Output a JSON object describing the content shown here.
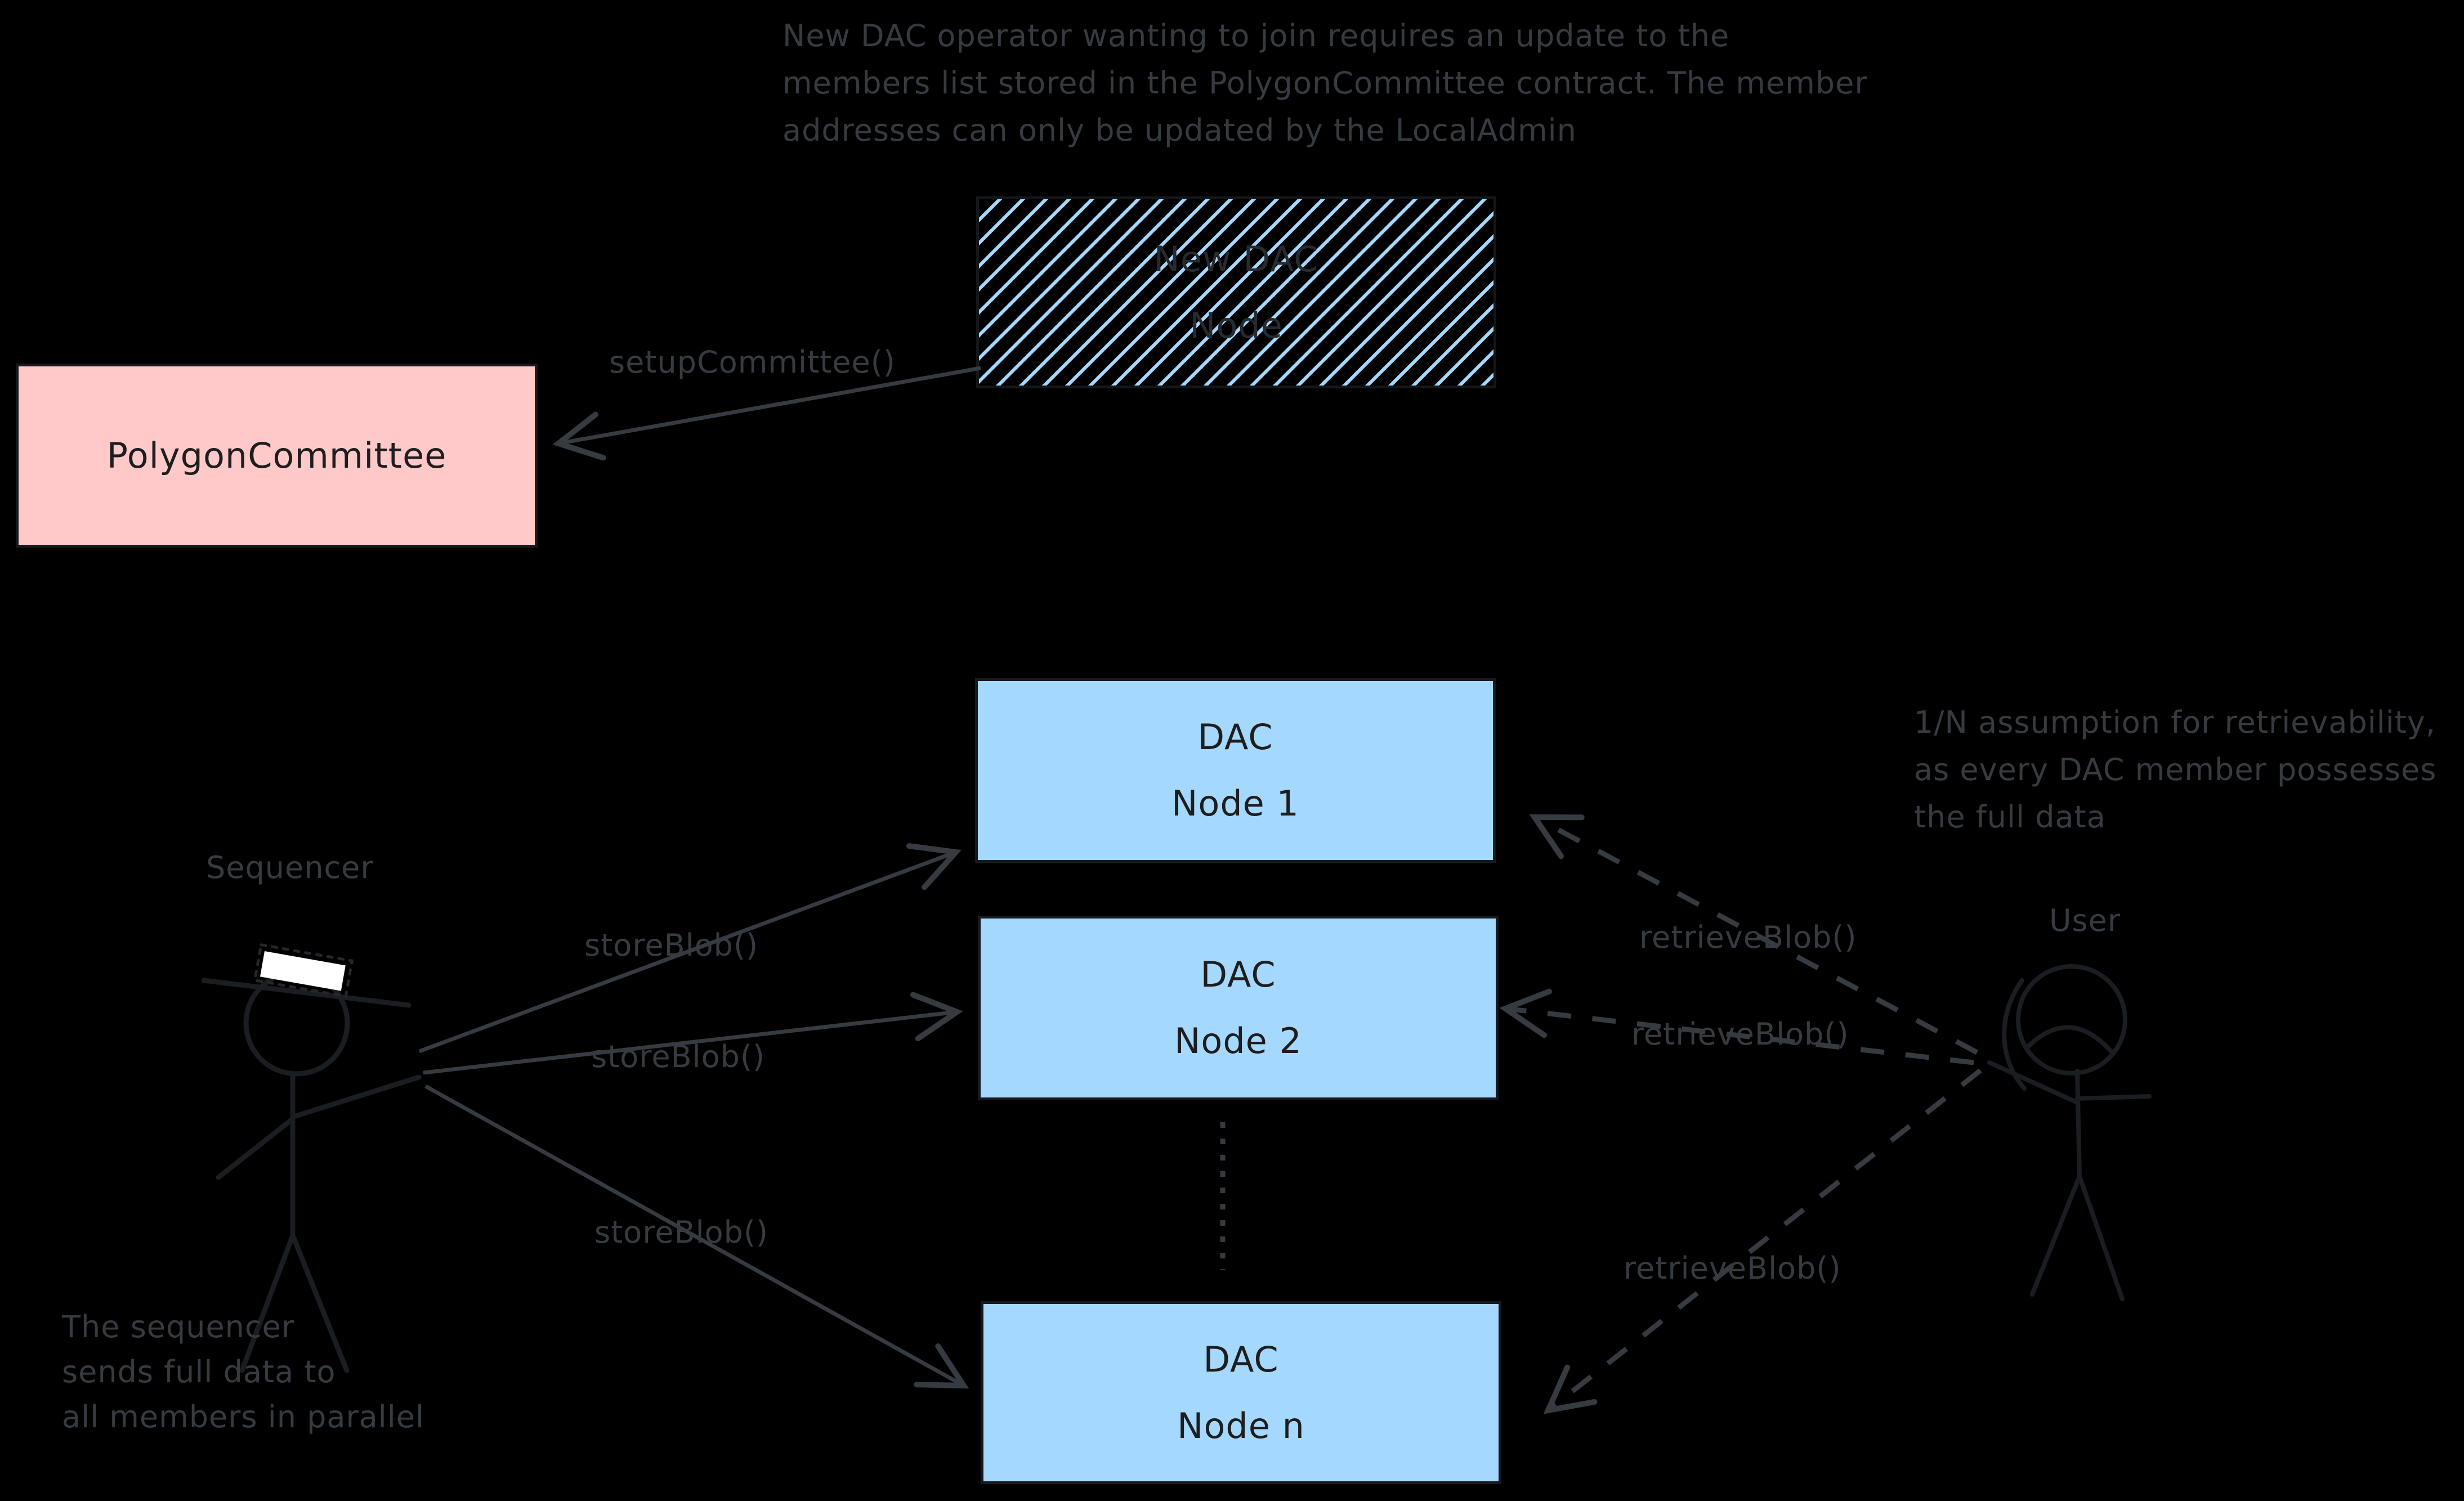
{
  "colors": {
    "background": "#000000",
    "annotation_gray": "#363b41",
    "shape_stroke": "#1e1e1e",
    "pink_fill": "#ffc9c9",
    "blue_fill": "#a5d8ff",
    "hatch_blue": "#a5d8ff",
    "white": "#ffffff"
  },
  "notes": {
    "new_dac_note": {
      "lines": [
        "New DAC operator wanting to join requires an update to the",
        "members list stored in the PolygonCommittee contract. The member",
        "addresses can only be updated by the LocalAdmin"
      ]
    },
    "retrievability_note": {
      "lines": [
        "1/N assumption for retrievability,",
        "as every DAC member possesses",
        "the full data"
      ]
    },
    "parallel_note": {
      "lines": [
        "The sequencer",
        "sends full data to",
        "all members in parallel"
      ]
    }
  },
  "shapes": {
    "new_dac_node_box": {
      "lines": [
        "New DAC",
        "Node"
      ]
    },
    "polygon_committee_box": {
      "label": "PolygonCommittee"
    },
    "dac_node_1_box": {
      "lines": [
        "DAC",
        "Node 1"
      ]
    },
    "dac_node_2_box": {
      "lines": [
        "DAC",
        "Node 2"
      ]
    },
    "dac_node_n_box": {
      "lines": [
        "DAC",
        "Node n"
      ]
    }
  },
  "actors": {
    "sequencer": {
      "label": "Sequencer"
    },
    "user": {
      "label": "User"
    }
  },
  "edges": {
    "setup_committee": {
      "label": "setupCommittee()",
      "style": "solid-arrow"
    },
    "store_blob_1": {
      "label": "storeBlob()",
      "style": "solid-arrow"
    },
    "store_blob_2": {
      "label": "storeBlob()",
      "style": "solid-arrow"
    },
    "store_blob_3": {
      "label": "storeBlob()",
      "style": "solid-arrow"
    },
    "retrieve_blob_1": {
      "label": "retrieveBlob()",
      "style": "dashed-arrow"
    },
    "retrieve_blob_2": {
      "label": "retrieveBlob()",
      "style": "dashed-arrow"
    },
    "retrieve_blob_3": {
      "label": "retrieveBlob()",
      "style": "dashed-arrow"
    },
    "node_ellipsis": {
      "style": "dotted-line"
    }
  }
}
